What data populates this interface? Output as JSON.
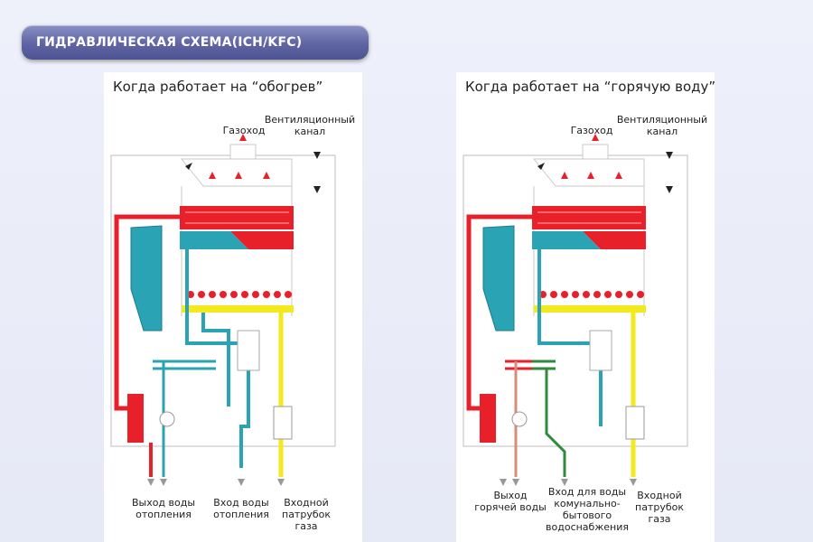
{
  "banner": {
    "title": "ГИДРАВЛИЧЕСКАЯ СХЕМА(ICH/KFC)"
  },
  "panel_left": {
    "title": "Когда работает на “обогрев”",
    "flue_label": "Газоход",
    "vent_label": "Вентиляционный\nканал",
    "bottom_labels": [
      "Выход воды\nотопления",
      "Вход воды\nотопления",
      "Входной\nпатрубок\nгаза"
    ]
  },
  "panel_right": {
    "title": "Когда работает на “горячую воду”",
    "flue_label": "Газоход",
    "vent_label": "Вентиляционный\nканал",
    "bottom_labels": [
      "Выход\nгорячей воды",
      "Вход для воды\nкомунально-\nбытового\nводоснабжения",
      "Входной\nпатрубок\nгаза"
    ]
  },
  "colors": {
    "hot_water": "#e8202a",
    "return_water": "#2aa3b5",
    "gas": "#f3ea1e",
    "cold_water": "#2e8b3d",
    "dhw_hot": "#d98b7a"
  }
}
